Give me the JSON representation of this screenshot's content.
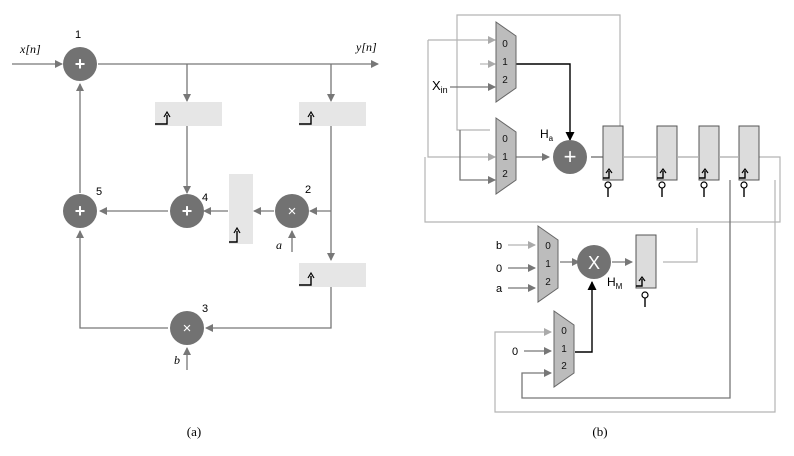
{
  "panel_a": {
    "caption": "(a)",
    "input_label": "x[n]",
    "output_label": "y[n]",
    "node_numbers": [
      "1",
      "2",
      "3",
      "4",
      "5"
    ],
    "coef_a": "a",
    "coef_b": "b",
    "plus_symbol": "+",
    "times_symbol": "×"
  },
  "panel_b": {
    "caption": "(b)",
    "xin_main": "X",
    "xin_sub": "in",
    "ha_main": "H",
    "ha_sub": "a",
    "hm_main": "H",
    "hm_sub": "M",
    "mux_selectors": [
      "0",
      "1",
      "2"
    ],
    "mult_inputs": [
      "b",
      "0",
      "a"
    ],
    "lower_mux_input": "0",
    "plus_symbol": "+",
    "mult_symbol": "X"
  },
  "colors": {
    "node_fill": "#727272",
    "register_fill": "#e6e6e6",
    "mux_fill": "#bcbcbc",
    "wire_dark": "#777777",
    "wire_light": "#b4b4b4"
  }
}
